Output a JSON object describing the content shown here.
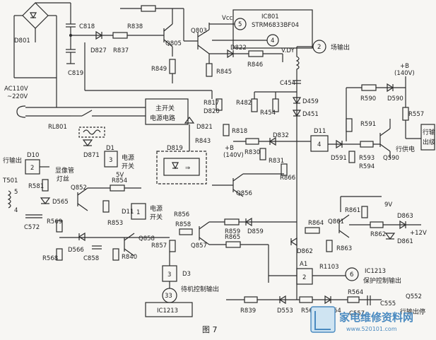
{
  "figure_caption": "图 7",
  "watermark": {
    "line1": "家电维修资料网",
    "line2": "www.520101.com"
  },
  "blocks": {
    "ic801_name": "IC801",
    "ic801_part": "STRM6833BF04",
    "vcc": "Vcc",
    "main_switch_l1": "主开关",
    "main_switch_l2": "电源电路",
    "standby_l1": "电源",
    "standby_l2": "开关",
    "power_switch_l1": "电源",
    "power_switch_l2": "开关",
    "line_out_l1": "行输",
    "line_out_l2": "出级",
    "line_out_tr": "行输出",
    "vdy": "V.DY",
    "field_out": "场输出",
    "line_power": "行供电",
    "b140": "+B",
    "b140v": "(140V)",
    "b140_2": "+B",
    "b140v_2": "(140V)",
    "ac_l1": "AC110V",
    "ac_l2": "~220V",
    "kinescope_l1": "显像管",
    "kinescope_l2": "灯丝",
    "standby_out": "待机控制输出",
    "protect_out": "保护控制输出",
    "ic1213_bottom": "IC1213",
    "ic1213_mid": "IC1213",
    "line_out_stop": "行输出停",
    "v5": "5V",
    "v9": "9V",
    "v12": "+12V"
  },
  "pins": {
    "p5": "5",
    "p4": "4",
    "p2_field": "2",
    "p4_d11": "4",
    "p3": "3",
    "p2_d10": "2",
    "p1_d11": "1",
    "p2_a1": "2",
    "p6": "6",
    "p3_d3": "3",
    "p33": "33",
    "t501_5": "5",
    "t501_4": "4"
  },
  "refdes": {
    "D801": "D801",
    "C818": "C818",
    "C819": "C819",
    "D827": "D827",
    "R837": "R837",
    "R838": "R838",
    "Q805": "Q805",
    "R849": "R849",
    "Q803": "Q803",
    "D822": "D822",
    "R846": "R846",
    "R845": "R845",
    "RL801": "RL801",
    "D871": "D871",
    "D1": "D1",
    "R817": "R817",
    "D820": "D820",
    "D821": "D821",
    "R818": "R818",
    "R843": "R843",
    "D819": "D819",
    "R482": "R482",
    "R454": "R454",
    "D459": "D459",
    "D451": "D451",
    "C454": "C454",
    "R830": "R830",
    "D832": "D832",
    "R831": "R831",
    "D11": "D11",
    "D591": "D591",
    "R594": "R594",
    "R593": "R593",
    "Q590": "Q590",
    "R590": "R590",
    "D590": "D590",
    "R591": "R591",
    "R557": "R557",
    "R866": "R866",
    "Q856": "Q856",
    "D10": "D10",
    "R581": "R581",
    "D565": "D565",
    "T501": "T501",
    "C572": "C572",
    "R569": "R569",
    "Q852": "Q852",
    "R854": "R854",
    "R853": "R853",
    "D11b": "D11",
    "R856": "R856",
    "R858": "R858",
    "Q857": "Q857",
    "R857": "R857",
    "Q858": "Q858",
    "D566": "D566",
    "C858": "C858",
    "R840": "R840",
    "R568": "R568",
    "R859": "R859",
    "D859": "D859",
    "R865": "R865",
    "D3": "D3",
    "R864": "R864",
    "Q861": "Q861",
    "R861": "R861",
    "D862": "D862",
    "R863": "R863",
    "R862": "R862",
    "D863": "D863",
    "D861": "D861",
    "A1": "A1",
    "R1103": "R1103",
    "R839": "R839",
    "D553": "D553",
    "R567": "R567",
    "D554": "D554",
    "R564": "R564",
    "C557": "C557",
    "C555": "C555",
    "Q552": "Q552"
  }
}
